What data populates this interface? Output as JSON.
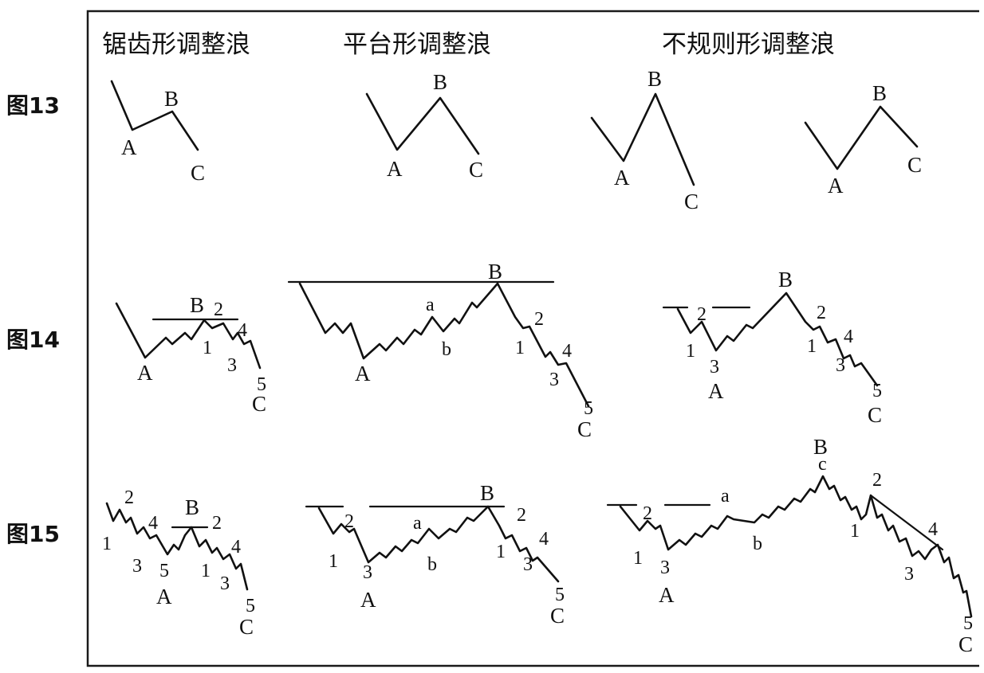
{
  "headings": {
    "zigzag": "锯齿形调整浪",
    "flat": "平台形调整浪",
    "irregular": "不规则形调整浪"
  },
  "rows": {
    "r13": "图13",
    "r14": "图14",
    "r15": "图15"
  },
  "labels": {
    "A": "A",
    "B": "B",
    "C": "C",
    "a": "a",
    "b": "b",
    "c": "c",
    "one": "1",
    "two": "2",
    "three": "3",
    "four": "4",
    "five": "5"
  }
}
